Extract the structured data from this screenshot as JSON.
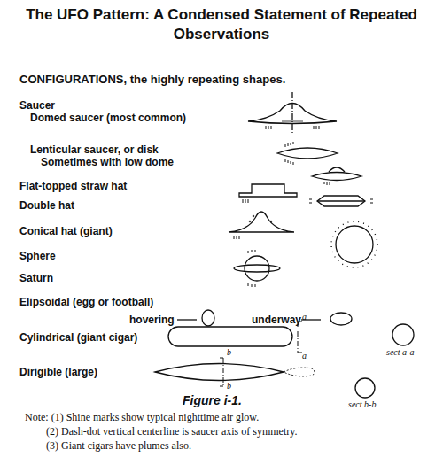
{
  "diagram": {
    "title": "The UFO Pattern: A Condensed Statement of Repeated Observations",
    "caption": "Figure i-1.",
    "labels": [
      "CONFIGURATIONS, the highly repeating shapes.",
      "Saucer",
      "Domed saucer (most common)",
      "Lenticular saucer, or disk",
      "Sometimes with low dome",
      "Flat-topped straw hat",
      "Double hat",
      "Conical hat (giant)",
      "Sphere",
      "Saturn",
      "Elipsoidal (egg or football)",
      "hovering",
      "underway",
      "Cylindrical (giant cigar)",
      "a",
      "a",
      "sect a-a",
      "Dirigible (large)",
      "b",
      "b",
      "sect b-b",
      "Note: (1) Shine marks show typical nighttime air glow.",
      "(2) Dash-dot vertical centerline is saucer axis of symmetry.",
      "(3) Giant cigars have plumes also."
    ]
  }
}
